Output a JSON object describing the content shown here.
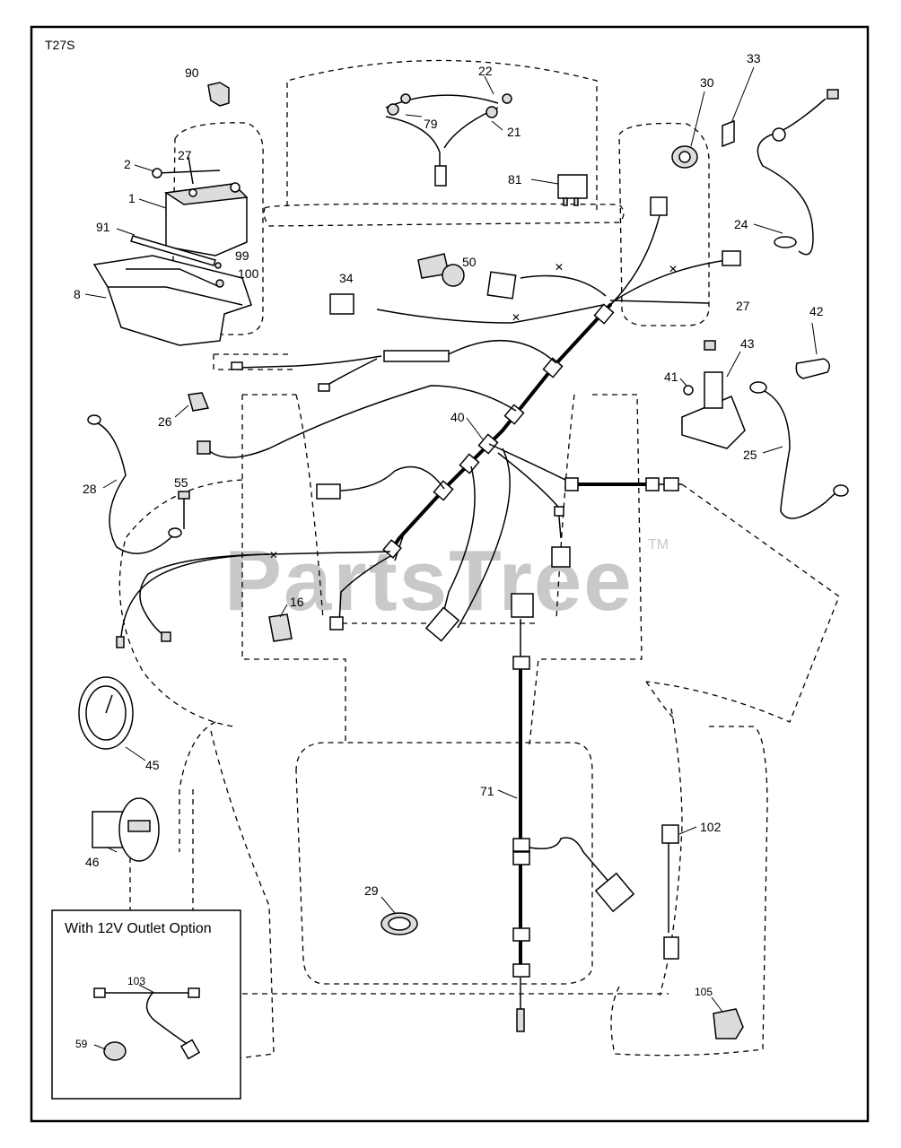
{
  "diagram": {
    "code": "T27S",
    "watermark": "PartsTree",
    "trademark": "TM",
    "inset_title": "With 12V Outlet Option",
    "labels": {
      "p1": "1",
      "p2": "2",
      "p8": "8",
      "p16": "16",
      "p21": "21",
      "p22": "22",
      "p24": "24",
      "p25": "25",
      "p26": "26",
      "p27a": "27",
      "p27b": "27",
      "p28": "28",
      "p29": "29",
      "p30": "30",
      "p33": "33",
      "p34": "34",
      "p40": "40",
      "p41": "41",
      "p42": "42",
      "p43": "43",
      "p45": "45",
      "p46": "46",
      "p50": "50",
      "p55": "55",
      "p59": "59",
      "p71": "71",
      "p79": "79",
      "p81": "81",
      "p90": "90",
      "p91": "91",
      "p99": "99",
      "p100": "100",
      "p102": "102",
      "p103": "103",
      "p105": "105"
    }
  }
}
